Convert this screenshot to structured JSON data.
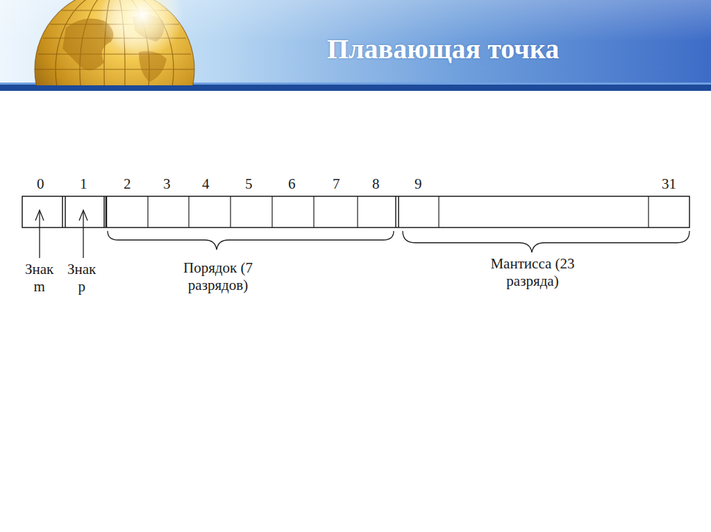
{
  "diagram": {
    "title": "Плавающая точка",
    "labels": [
      "0",
      "1",
      "2",
      "3",
      "4",
      "5",
      "6",
      "7",
      "8",
      "9",
      "31",
      "Знак m",
      "Знак p",
      "Порядок (7 разрядов)",
      "Мантисса (23 разряда)"
    ]
  }
}
